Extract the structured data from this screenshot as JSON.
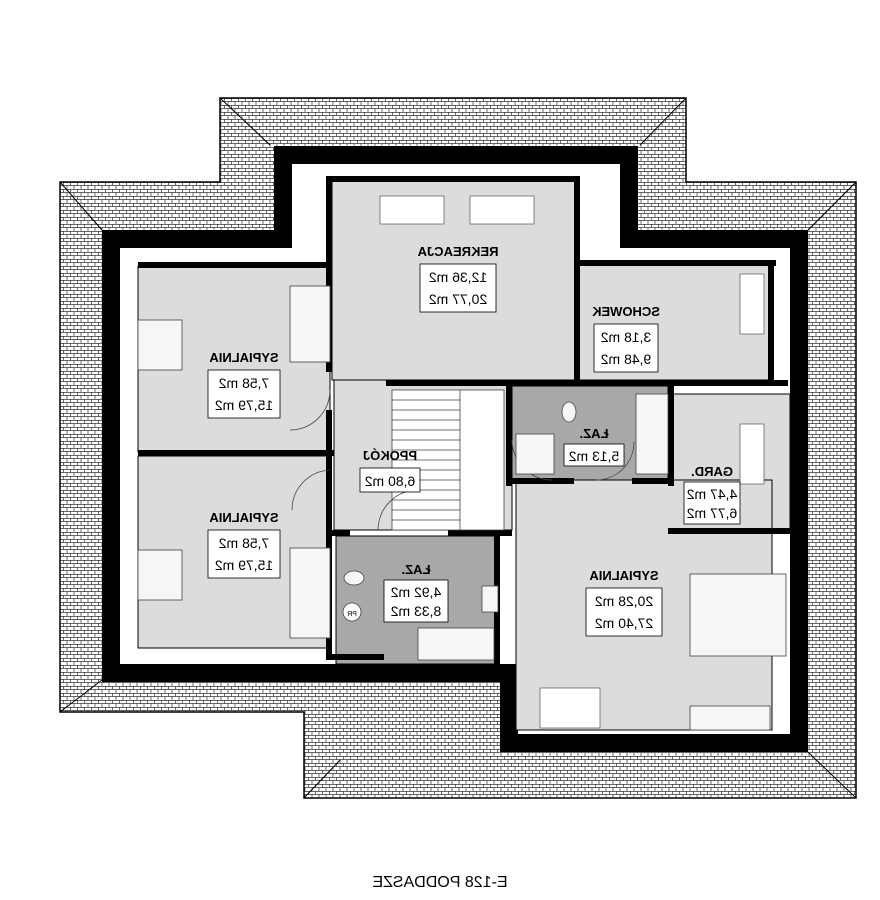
{
  "caption": "E-128 PODDASZE",
  "rooms": {
    "rekreacja": {
      "name": "REKREACJA",
      "usable": "12,36 m2",
      "total": "20,77 m2"
    },
    "schowek": {
      "name": "SCHOWEK",
      "usable": "3,18 m2",
      "total": "9,48 m2"
    },
    "sypialnia_top": {
      "name": "SYPIALNIA",
      "usable": "7,58 m2",
      "total": "15,79 m2"
    },
    "sypialnia_mid": {
      "name": "SYPIALNIA",
      "usable": "7,58 m2",
      "total": "15,79 m2"
    },
    "pokoj": {
      "name": "PPOKÓJ",
      "usable": "6,80 m2"
    },
    "lazienka_upper": {
      "name": "ŁAZ.",
      "usable": "5,13 m2"
    },
    "lazienka_lower": {
      "name": "ŁAZ.",
      "usable": "4,92 m2",
      "total": "8,33 m2"
    },
    "garderoba": {
      "name": "GARD.",
      "usable": "4,47 m2",
      "total": "6,77 m2"
    },
    "sypialnia_main": {
      "name": "SYPIALNIA",
      "usable": "20,28 m2",
      "total": "27,40 m2"
    }
  },
  "fixtures": {
    "pralka": "PR"
  },
  "colors": {
    "wall": "#000000",
    "floor": "#dcdcdc",
    "bath": "#a8a8a8",
    "roof": "#ffffff"
  }
}
